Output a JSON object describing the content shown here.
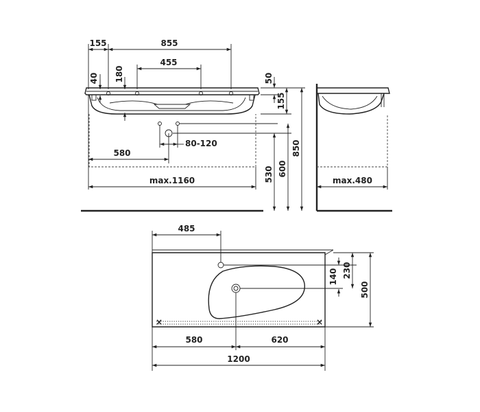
{
  "front_view": {
    "dim_155": "155",
    "dim_855": "855",
    "dim_455": "455",
    "dim_40": "40",
    "dim_180": "180",
    "dim_50": "50",
    "dim_155_right": "155",
    "dim_80_120": "80-120",
    "dim_580": "580",
    "dim_max1160": "max.1160",
    "dim_530": "530",
    "dim_600": "600",
    "dim_850": "850"
  },
  "side_view": {
    "dim_max480": "max.480"
  },
  "top_view": {
    "dim_485": "485",
    "dim_140": "140",
    "dim_230": "230",
    "dim_500": "500",
    "dim_580": "580",
    "dim_620": "620",
    "dim_1200": "1200"
  }
}
